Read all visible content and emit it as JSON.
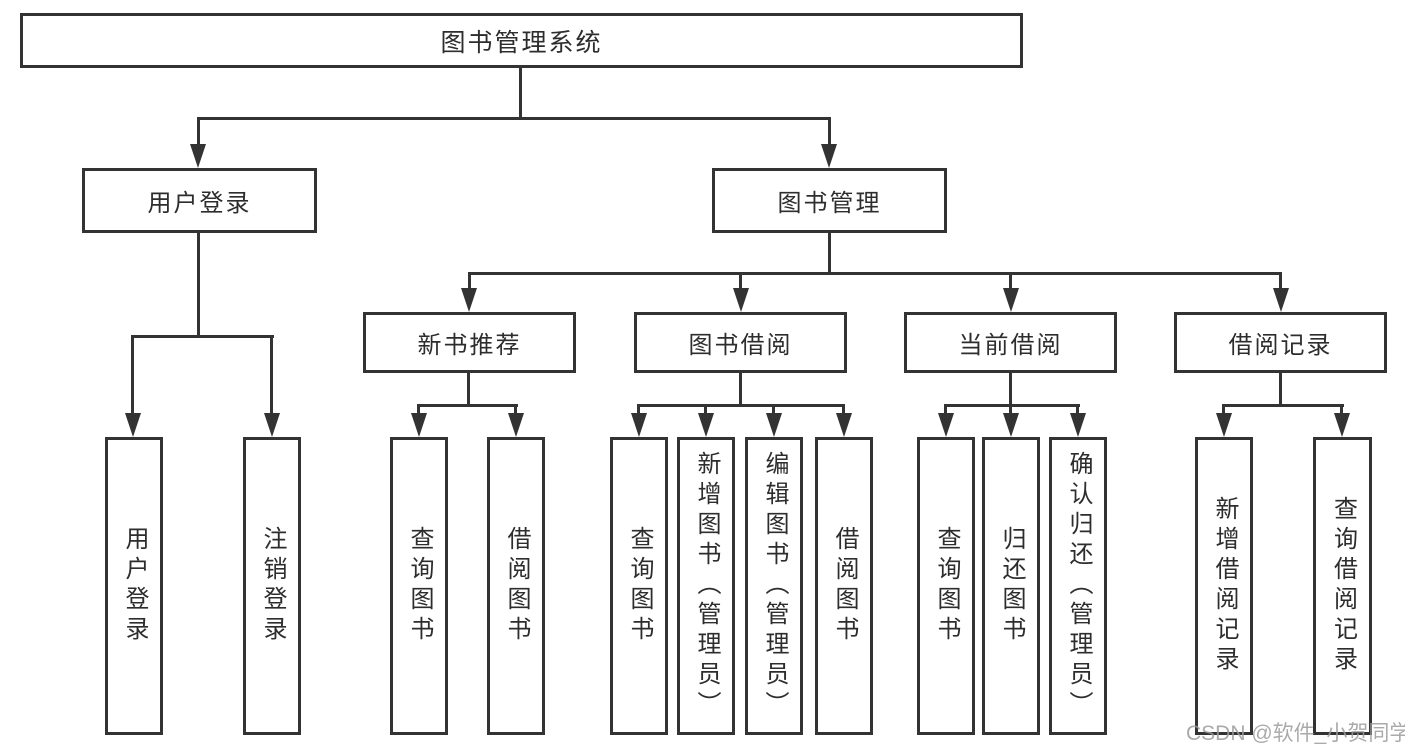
{
  "diagram": {
    "root": {
      "label": "图书管理系统"
    },
    "level2": [
      {
        "label": "用户登录"
      },
      {
        "label": "图书管理"
      }
    ],
    "level3": [
      {
        "label": "新书推荐"
      },
      {
        "label": "图书借阅"
      },
      {
        "label": "当前借阅"
      },
      {
        "label": "借阅记录"
      }
    ],
    "leaves": {
      "user_login": [
        "用户登录",
        "注销登录"
      ],
      "new_books": [
        "查询图书",
        "借阅图书"
      ],
      "book_borrow": [
        "查询图书",
        "新增图书（管理员）",
        "编辑图书（管理员）",
        "借阅图书"
      ],
      "current_borrow": [
        "查询图书",
        "归还图书",
        "确认归还（管理员）"
      ],
      "borrow_records": [
        "新增借阅记录",
        "查询借阅记录"
      ]
    }
  },
  "watermark": {
    "text": "CSDN @软件_小贺同学"
  },
  "colors": {
    "line": "#333333",
    "text": "#2d2d2d",
    "watermark": "#9c9c9c",
    "background": "#ffffff"
  }
}
